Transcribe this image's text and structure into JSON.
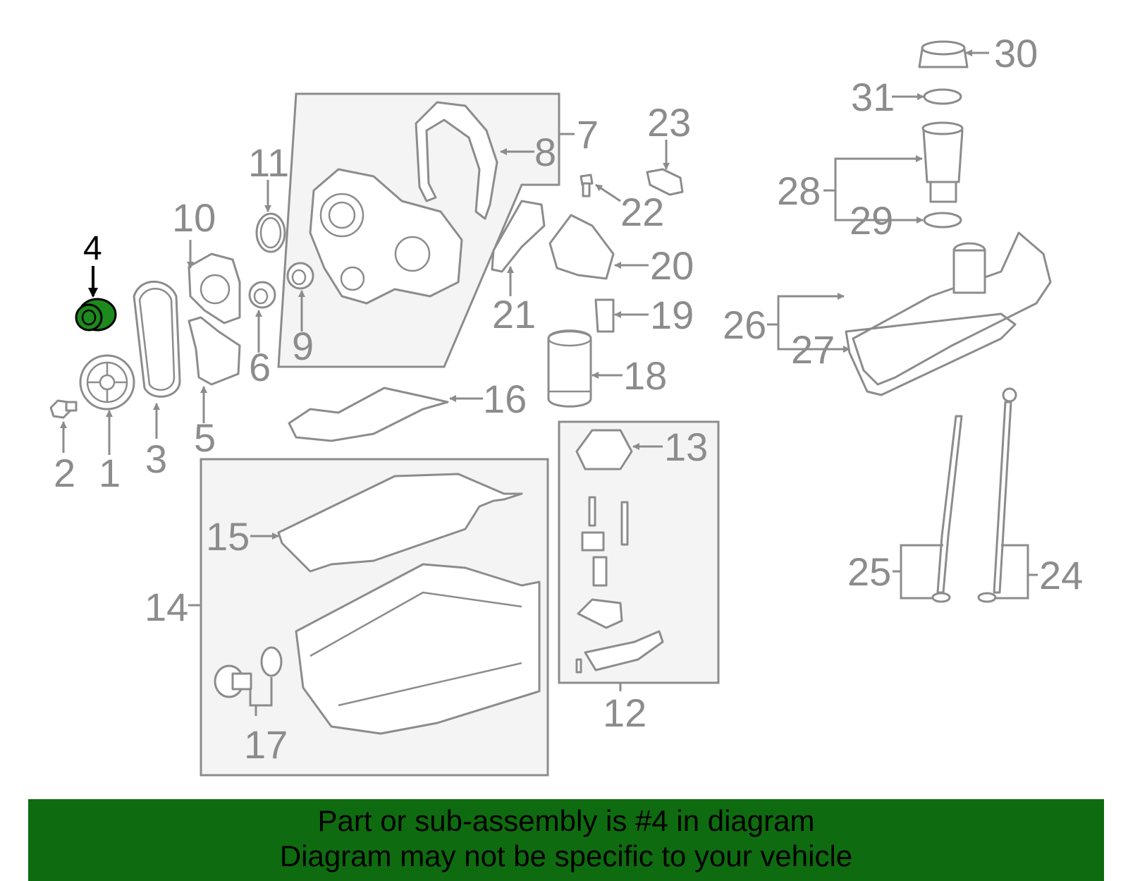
{
  "highlight": {
    "part": "4",
    "color": "#0f6b0f"
  },
  "labels": [
    "1",
    "2",
    "3",
    "4",
    "5",
    "6",
    "7",
    "8",
    "9",
    "10",
    "11",
    "12",
    "13",
    "14",
    "15",
    "16",
    "17",
    "18",
    "19",
    "20",
    "21",
    "22",
    "23",
    "24",
    "25",
    "26",
    "27",
    "28",
    "29",
    "30",
    "31"
  ],
  "banner": {
    "line1": "Part or sub-assembly is #4 in diagram",
    "line2": "Diagram may not be specific to your vehicle",
    "bg_color": "#0f6b0f"
  }
}
